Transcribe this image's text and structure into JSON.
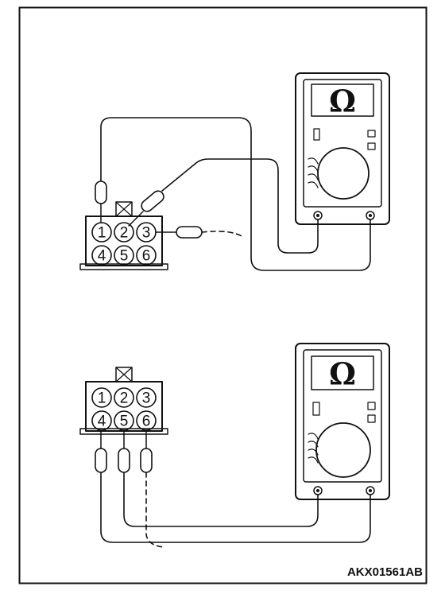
{
  "figure": {
    "code": "AKX01561AB"
  },
  "meter": {
    "unit_symbol": "Ω"
  },
  "connector": {
    "pins": [
      "1",
      "2",
      "3",
      "4",
      "5",
      "6"
    ]
  }
}
